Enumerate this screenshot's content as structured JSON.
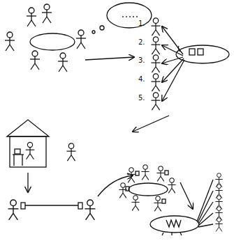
{
  "diagram": {
    "labels": [
      "1.",
      "2.",
      "3.",
      "4.",
      "5."
    ]
  }
}
